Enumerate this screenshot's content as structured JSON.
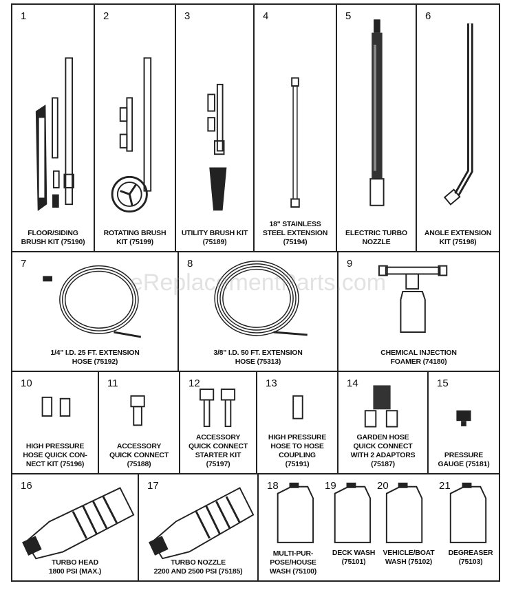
{
  "watermark": "eReplacementParts.com",
  "parts": [
    {
      "num": "1",
      "caption": "FLOOR/SIDING\nBRUSH KIT (75190)"
    },
    {
      "num": "2",
      "caption": "ROTATING BRUSH\nKIT (75199)"
    },
    {
      "num": "3",
      "caption": "UTILITY BRUSH KIT\n(75189)"
    },
    {
      "num": "4",
      "caption": "18\" STAINLESS\nSTEEL EXTENSION\n(75194)"
    },
    {
      "num": "5",
      "caption": "ELECTRIC TURBO\nNOZZLE"
    },
    {
      "num": "6",
      "caption": "ANGLE EXTENSION\nKIT (75198)"
    },
    {
      "num": "7",
      "caption": "1/4\" I.D. 25 ft. EXTENSION\nHOSE (75192)"
    },
    {
      "num": "8",
      "caption": "3/8\" I.D. 50 ft. EXTENSION\nHOSE (75313)"
    },
    {
      "num": "9",
      "caption": "CHEMICAL INJECTION\nFOAMER (74180)"
    },
    {
      "num": "10",
      "caption": "HIGH PRESSURE\nHOSE QUICK CON-\nNECT KIT (75196)"
    },
    {
      "num": "11",
      "caption": "ACCESSORY\nQUICK CONNECT\n(75188)"
    },
    {
      "num": "12",
      "caption": "ACCESSORY\nQUICK CONNECT\nSTARTER KIT\n(75197)"
    },
    {
      "num": "13",
      "caption": "HIGH PRESSURE\nHOSE TO HOSE\nCOUPLING\n(75191)"
    },
    {
      "num": "14",
      "caption": "GARDEN HOSE\nQUICK CONNECT\nWITH 2 ADAPTORS\n(75187)"
    },
    {
      "num": "15",
      "caption": "PRESSURE\nGAUGE (75181)"
    },
    {
      "num": "16",
      "caption": "TURBO HEAD\n1800 PSI (max.)"
    },
    {
      "num": "17",
      "caption": "TURBO NOZZLE\n2200 and 2500 PSI (75185)"
    },
    {
      "num": "18",
      "caption": "MULTI-PUR-\nPOSE/HOUSE\nWASH (75100)"
    },
    {
      "num": "19",
      "caption": "DECK WASH\n(75101)"
    },
    {
      "num": "20",
      "caption": "VEHICLE/BOAT\nWASH (75102)"
    },
    {
      "num": "21",
      "caption": "DEGREASER\n(75103)"
    }
  ]
}
